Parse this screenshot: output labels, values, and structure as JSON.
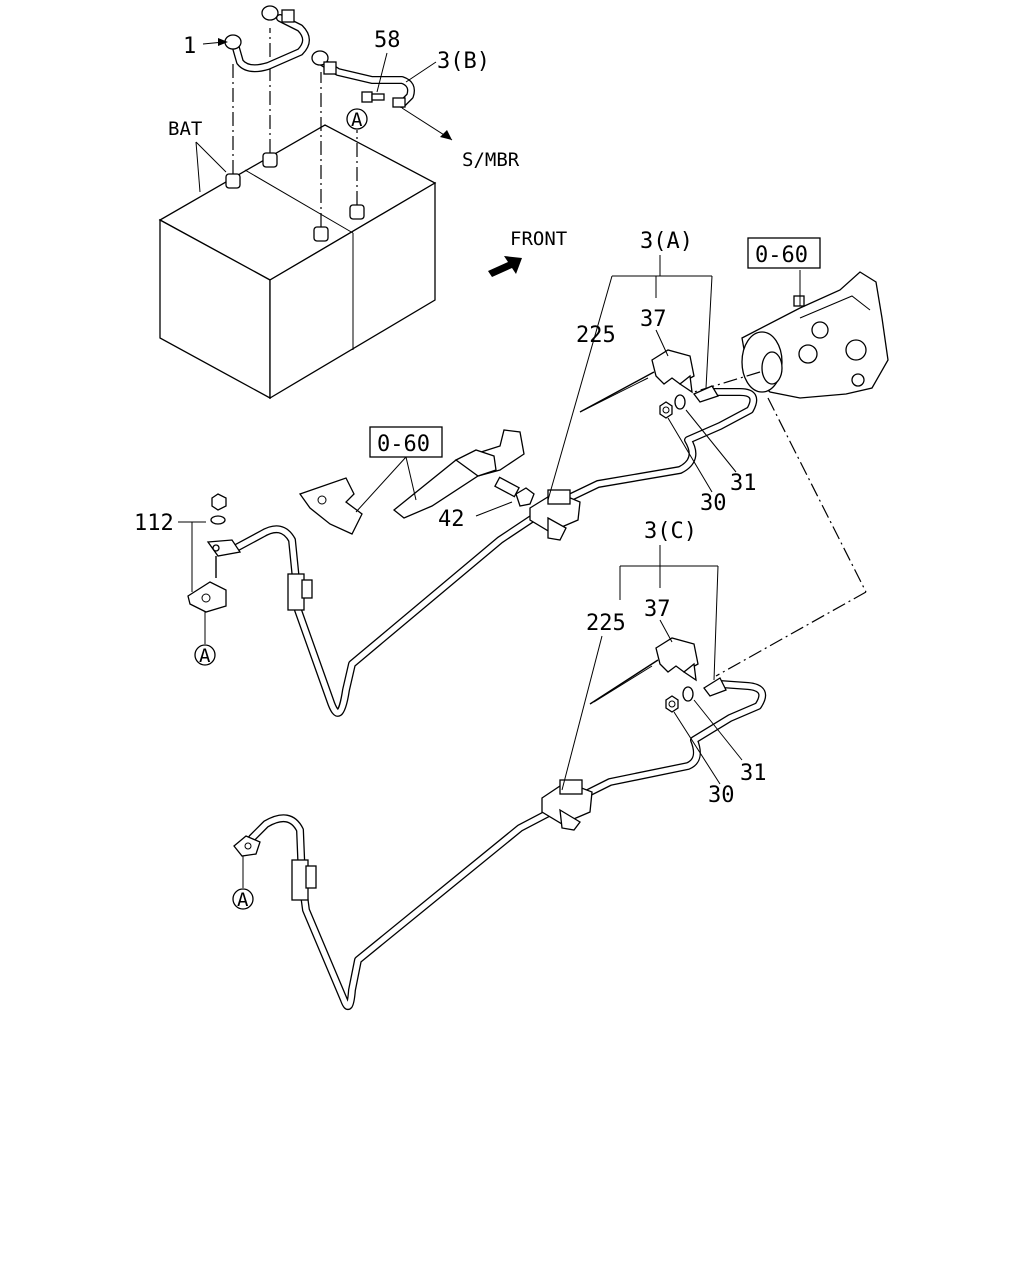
{
  "labels": {
    "part_1": "1",
    "part_58": "58",
    "part_3b": "3(B)",
    "smbr": "S/MBR",
    "bat": "BAT",
    "circle_a": "A",
    "front": "FRONT",
    "part_3a": "3(A)",
    "ref_060": "0-60",
    "part_225": "225",
    "part_37": "37",
    "part_30": "30",
    "part_31": "31",
    "part_42": "42",
    "part_112": "112",
    "part_3c": "3(C)"
  }
}
